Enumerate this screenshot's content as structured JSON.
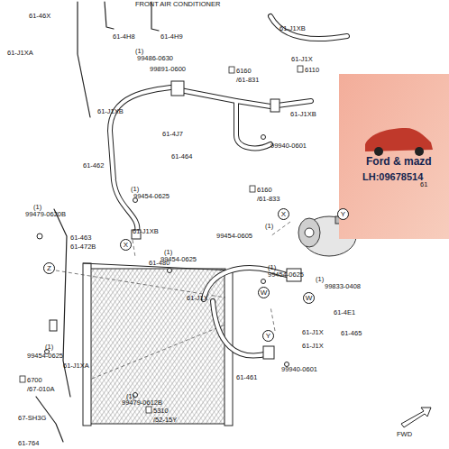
{
  "diagram": {
    "nodes": [
      {
        "text": [
          "Ford & mazd",
          "LH:09678514"
        ]
      },
      {
        "text": [
          "X"
        ]
      },
      {
        "text": [
          "X"
        ]
      },
      {
        "text": [
          "Y"
        ]
      },
      {
        "text": [
          "Z"
        ]
      },
      {
        "text": [
          "W"
        ]
      },
      {
        "text": [
          "W"
        ]
      },
      {
        "text": [
          "Y"
        ]
      }
    ],
    "labels": [
      "FRONT AIR CONDITIONER",
      "61-46X",
      "61-4H8",
      "61-4H9",
      "61-J1XB",
      "61-J1X",
      "6110",
      "61-J1XA",
      "(1)",
      "99486-0630",
      "99891-0600",
      "6160",
      "/61-831",
      "61-J1XB",
      "61-J1XB",
      "61-4J7",
      "61-464",
      "99940-0601",
      "61-462",
      "(1)",
      "99454-0625",
      "6160",
      "/61-833",
      "61",
      "(1)",
      "99479-0620B",
      "61-J1XB",
      "61-463",
      "61-472B",
      "(1)",
      "99454-0605",
      "61-480",
      "(1)",
      "99454-0625",
      "(1)",
      "99454-0625",
      "(1)",
      "99833-0408",
      "61-J1X",
      "61-4E1",
      "(1)",
      "99454-0625",
      "61-J1XA",
      "61-J1X",
      "61-465",
      "61-J1X",
      "61-461",
      "99940-0601",
      "6700",
      "/67-010A",
      "67-SH3G",
      "(1)",
      "99479-0612B",
      "5310",
      "/52-15Y",
      "61-764",
      "FWD"
    ]
  }
}
